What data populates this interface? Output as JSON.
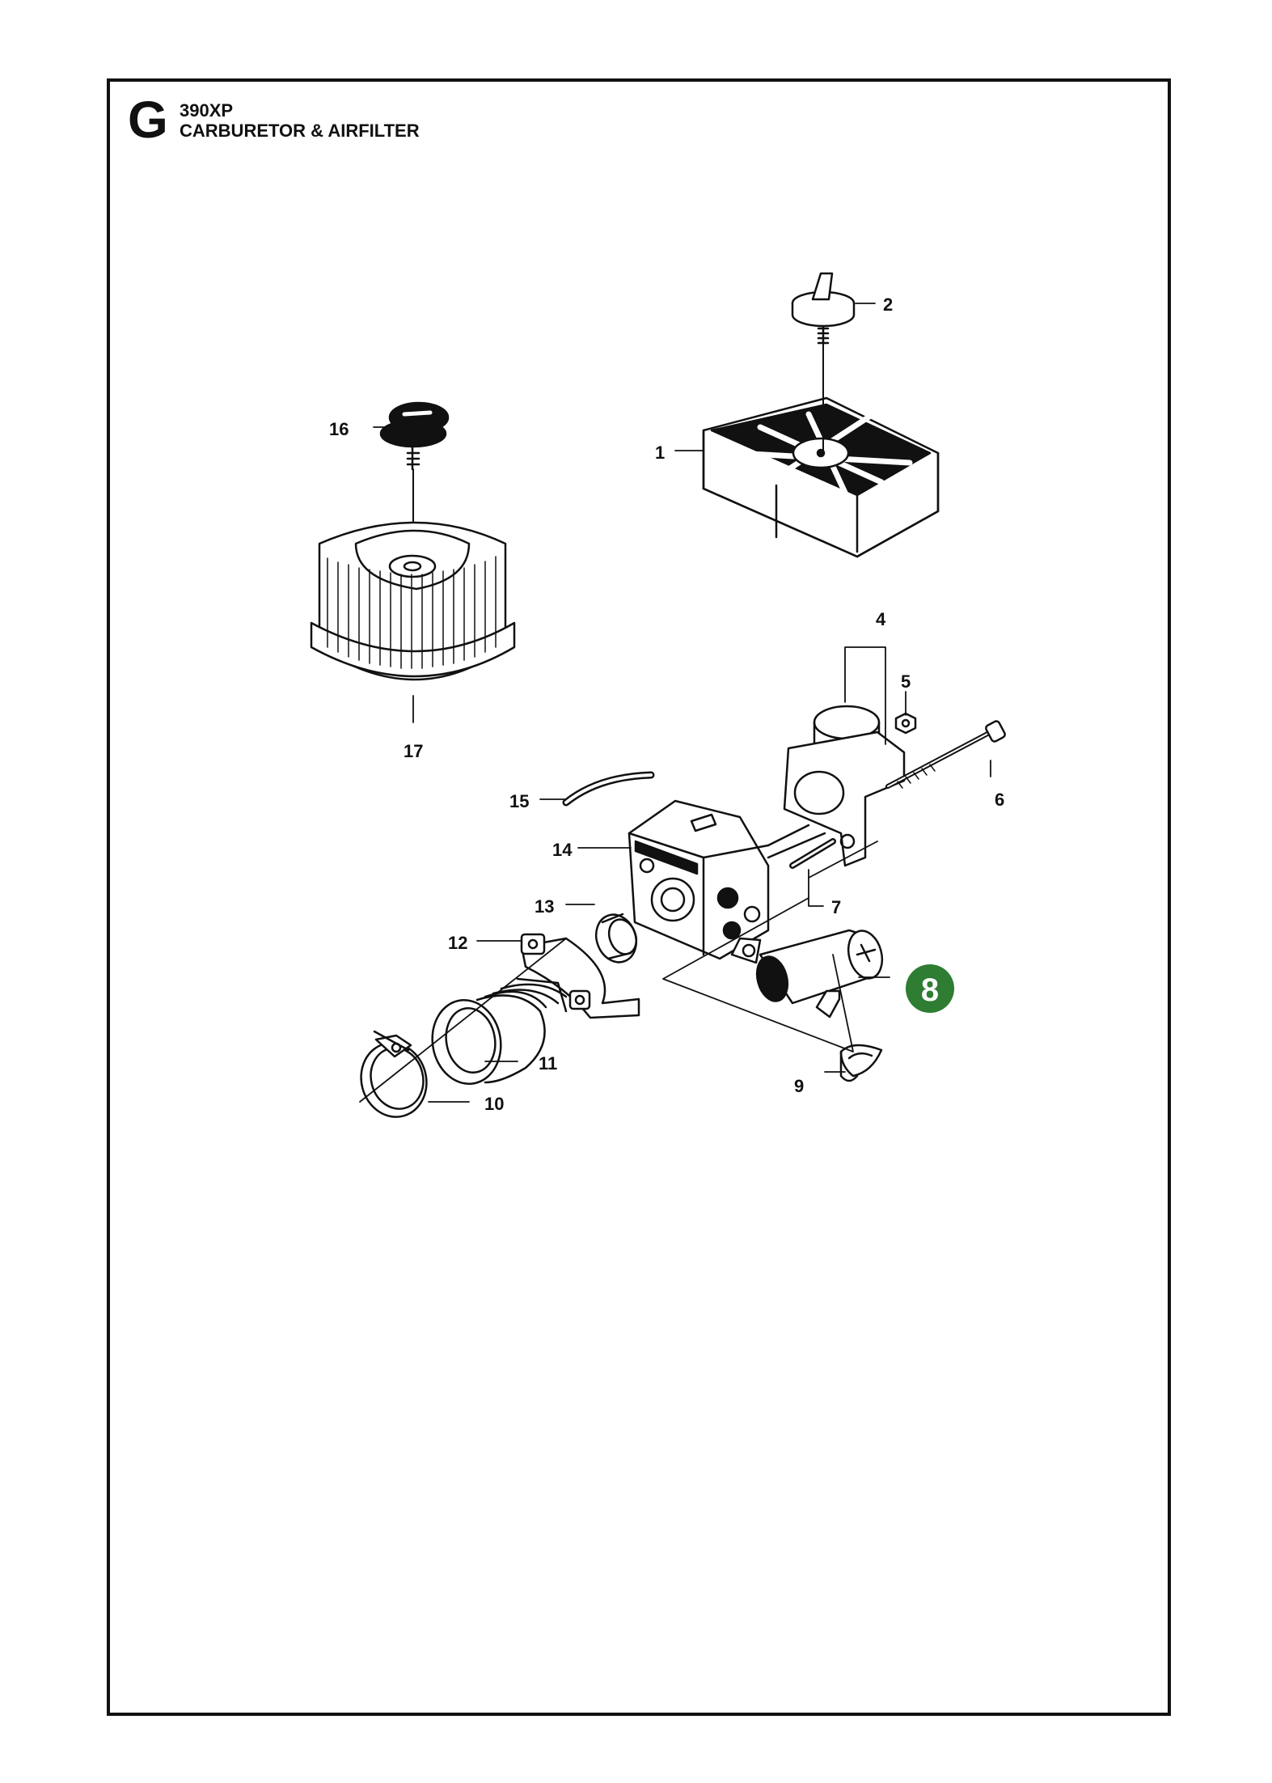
{
  "header": {
    "section": "G",
    "model": "390XP",
    "title": "CARBURETOR & AIRFILTER"
  },
  "callouts": [
    "1",
    "2",
    "4",
    "5",
    "6",
    "7",
    "9",
    "10",
    "11",
    "12",
    "13",
    "14",
    "15",
    "16",
    "17"
  ],
  "highlight": {
    "label": "8",
    "color": "#2e7d32"
  }
}
